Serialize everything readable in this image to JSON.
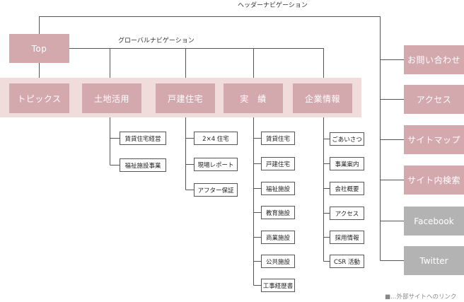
{
  "header_nav_label": "ヘッダーナビゲーション",
  "global_nav_label": "グローバルナビゲーション",
  "top": "Top",
  "global_nav": [
    "トピックス",
    "土地活用",
    "戸建住宅",
    "実　績",
    "企業情報"
  ],
  "land_use_items": [
    "賃貸住宅経営",
    "福祉施設事業"
  ],
  "house_items": [
    "2×4 住宅",
    "現場レポート",
    "アフター保証"
  ],
  "results_items": [
    "賃貸住宅",
    "戸建住宅",
    "福祉施設",
    "教育施設",
    "商業施設",
    "公共施設",
    "工事経歴書"
  ],
  "company_items": [
    "ごあいさつ",
    "事業案内",
    "会社概要",
    "アクセス",
    "採用情報",
    "CSR 活動"
  ],
  "header_nav": [
    "お問い合わせ",
    "アクセス",
    "サイトマップ",
    "サイト内検索"
  ],
  "external_links": [
    "Facebook",
    "Twitter"
  ],
  "legend": "■…外部サイトへのリンク",
  "colors": {
    "pink_box": "#d4a9ad",
    "band": "#f1dcdc",
    "gray_box": "#b3b3b3",
    "line": "#555555"
  }
}
